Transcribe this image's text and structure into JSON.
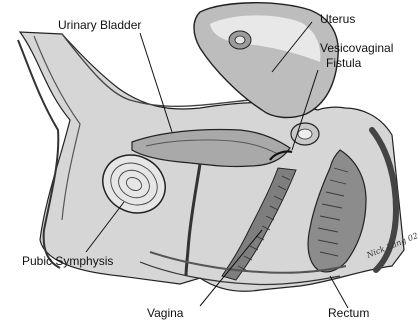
{
  "labels": {
    "urinary_bladder": "Urinary Bladder",
    "uterus": "Uterus",
    "vesicovaginal_line1": "Vesicovaginal",
    "vesicovaginal_line2": "Fistula",
    "pubic_symphysis": "Pubic Symphysis",
    "vagina": "Vagina",
    "rectum": "Rectum"
  },
  "signature": "Nick Lang 02"
}
